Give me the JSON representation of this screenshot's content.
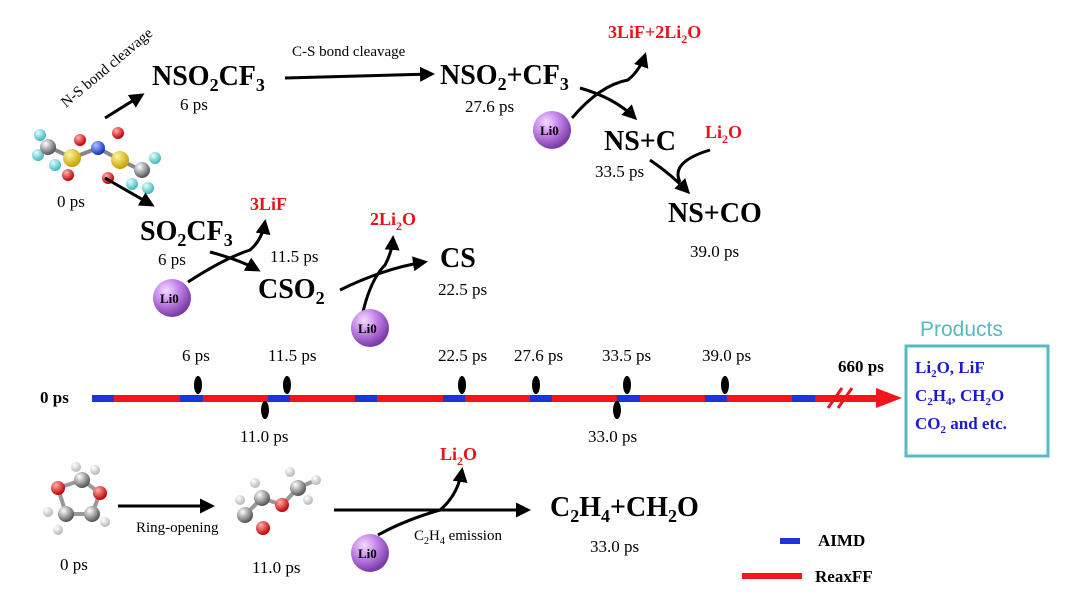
{
  "colors": {
    "aimd": "#1c34d9",
    "reaxff": "#f4141b",
    "red_text": "#e8141b",
    "products_border": "#5ab8c4",
    "products_text": "#1b1bd0",
    "li_sphere": "#b56ee0"
  },
  "top": {
    "ns_cleavage": "N-S bond cleavage",
    "cs_cleavage": "C-S bond cleavage",
    "start_time": "0 ps",
    "nso2cf3_time": "6 ps",
    "so2cf3_time": "6 ps",
    "nso2_cf3_time": "27.6 ps",
    "lif_li2o": "3LiF+2Li",
    "lif_li2o_sub": "2",
    "lif_li2o_end": "O",
    "ns_c": "NS+C",
    "ns_c_time": "33.5 ps",
    "li2o_a": "Li",
    "li2o_a_sub": "2",
    "li2o_a_end": "O",
    "ns_co": "NS+CO",
    "ns_co_time": "39.0 ps",
    "lif3": "3LiF",
    "li2o_b": "2Li",
    "li2o_b_sub": "2",
    "li2o_b_end": "O",
    "cso2_time": "11.5 ps",
    "cs": "CS",
    "cs_time": "22.5 ps",
    "li_label": "Li0"
  },
  "timeline": {
    "start": "0 ps",
    "end": "660 ps",
    "ticks_above": [
      "6 ps",
      "11.5 ps",
      "22.5 ps",
      "27.6 ps",
      "33.5 ps",
      "39.0 ps"
    ],
    "ticks_below": [
      "11.0 ps",
      "33.0 ps"
    ]
  },
  "products": {
    "title": "Products",
    "line1": "Li",
    "line1_sub": "2",
    "line1_end": "O, LiF",
    "line2": "C",
    "line2_sub": "2",
    "line2_mid": "H",
    "line2_sub2": "4",
    "line2_end": ", CH",
    "line2_sub3": "2",
    "line2_fin": "O",
    "line3": "CO",
    "line3_sub": "2",
    "line3_end": " and etc."
  },
  "bottom": {
    "ring_opening": "Ring-opening",
    "t0": "0 ps",
    "t11": "11.0 ps",
    "li2o": "Li",
    "li2o_sub": "2",
    "li2o_end": "O",
    "c2h4_emission": "emission",
    "c2h4_label": "C",
    "c2h4_sub": "2",
    "c2h4_h": "H",
    "c2h4_sub2": "4",
    "t33": "33.0 ps"
  },
  "legend": {
    "aimd": "AIMD",
    "reaxff": "ReaxFF"
  }
}
